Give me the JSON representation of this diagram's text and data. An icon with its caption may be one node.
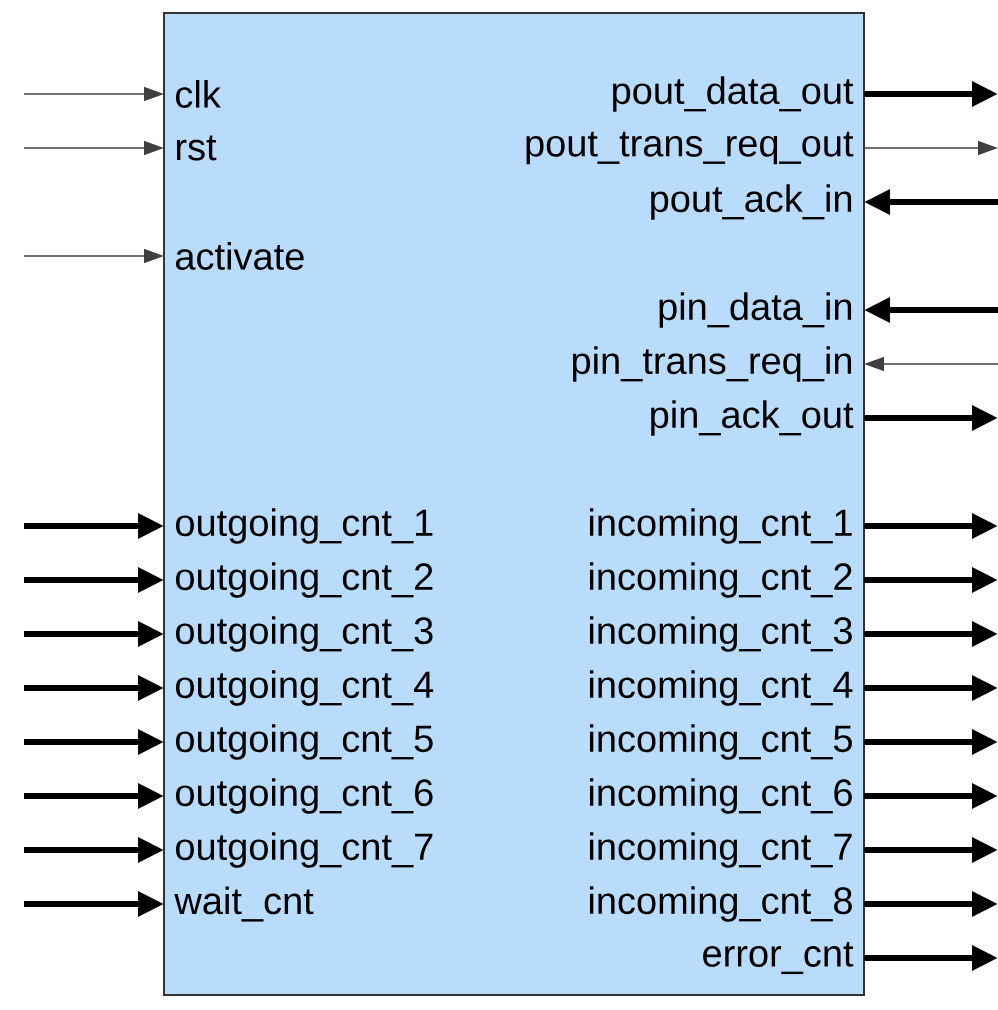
{
  "diagram": {
    "nodes": [
      {
        "text": [],
        "shape": "box"
      },
      {
        "text": [
          "clk"
        ],
        "in": 0
      },
      {
        "text": [
          "pout_data_out"
        ],
        "in": 0
      },
      {
        "text": [
          "rst"
        ],
        "in": 0
      },
      {
        "text": [
          "pout_trans_req_out"
        ],
        "in": 0
      },
      {
        "text": [
          "pout_ack_in"
        ],
        "in": 0
      },
      {
        "text": [
          "activate"
        ],
        "in": 0
      },
      {
        "text": [
          "pin_data_in"
        ],
        "in": 0
      },
      {
        "text": [
          "pin_trans_req_in"
        ],
        "in": 0
      },
      {
        "text": [
          "pin_ack_out"
        ],
        "in": 0
      },
      {
        "text": [
          "outgoing_cnt_1"
        ],
        "in": 0
      },
      {
        "text": [
          "incoming_cnt_1"
        ],
        "in": 0
      },
      {
        "text": [
          "outgoing_cnt_2"
        ],
        "in": 0
      },
      {
        "text": [
          "incoming_cnt_2"
        ],
        "in": 0
      },
      {
        "text": [
          "outgoing_cnt_3"
        ],
        "in": 0
      },
      {
        "text": [
          "incoming_cnt_3"
        ],
        "in": 0
      },
      {
        "text": [
          "outgoing_cnt_4"
        ],
        "in": 0
      },
      {
        "text": [
          "incoming_cnt_4"
        ],
        "in": 0
      },
      {
        "text": [
          "outgoing_cnt_5"
        ],
        "in": 0
      },
      {
        "text": [
          "incoming_cnt_5"
        ],
        "in": 0
      },
      {
        "text": [
          "outgoing_cnt_6"
        ],
        "in": 0
      },
      {
        "text": [
          "incoming_cnt_6"
        ],
        "in": 0
      },
      {
        "text": [
          "outgoing_cnt_7"
        ],
        "in": 0
      },
      {
        "text": [
          "incoming_cnt_7"
        ],
        "in": 0
      },
      {
        "text": [
          "wait_cnt"
        ],
        "in": 0
      },
      {
        "text": [
          "incoming_cnt_8"
        ],
        "in": 0
      },
      {
        "text": [
          "error_cnt"
        ],
        "in": 0
      }
    ],
    "edges": [
      {
        "from": null,
        "to": 1,
        "arrow": "to",
        "color": "#404040"
      },
      {
        "from": 2,
        "to": null,
        "arrow": "to"
      },
      {
        "from": null,
        "to": 3,
        "arrow": "to",
        "color": "#404040"
      },
      {
        "from": 4,
        "to": null,
        "arrow": "to",
        "color": "#404040"
      },
      {
        "from": null,
        "to": 5,
        "arrow": "to"
      },
      {
        "from": null,
        "to": 6,
        "arrow": "to",
        "color": "#404040"
      },
      {
        "from": null,
        "to": 7,
        "arrow": "to"
      },
      {
        "from": null,
        "to": 8,
        "arrow": "to",
        "color": "#404040"
      },
      {
        "from": 9,
        "to": null,
        "arrow": "to"
      },
      {
        "from": null,
        "to": 10,
        "arrow": "to"
      },
      {
        "from": 11,
        "to": null,
        "arrow": "to"
      },
      {
        "from": null,
        "to": 12,
        "arrow": "to"
      },
      {
        "from": 13,
        "to": null,
        "arrow": "to"
      },
      {
        "from": null,
        "to": 14,
        "arrow": "to"
      },
      {
        "from": 15,
        "to": null,
        "arrow": "to"
      },
      {
        "from": null,
        "to": 16,
        "arrow": "to"
      },
      {
        "from": 17,
        "to": null,
        "arrow": "to"
      },
      {
        "from": null,
        "to": 18,
        "arrow": "to"
      },
      {
        "from": 19,
        "to": null,
        "arrow": "to"
      },
      {
        "from": null,
        "to": 20,
        "arrow": "to"
      },
      {
        "from": 21,
        "to": null,
        "arrow": "to"
      },
      {
        "from": null,
        "to": 22,
        "arrow": "to"
      },
      {
        "from": 23,
        "to": null,
        "arrow": "to"
      },
      {
        "from": null,
        "to": 24,
        "arrow": "to"
      },
      {
        "from": 25,
        "to": null,
        "arrow": "to"
      },
      {
        "from": 26,
        "to": null,
        "arrow": "to"
      }
    ]
  }
}
